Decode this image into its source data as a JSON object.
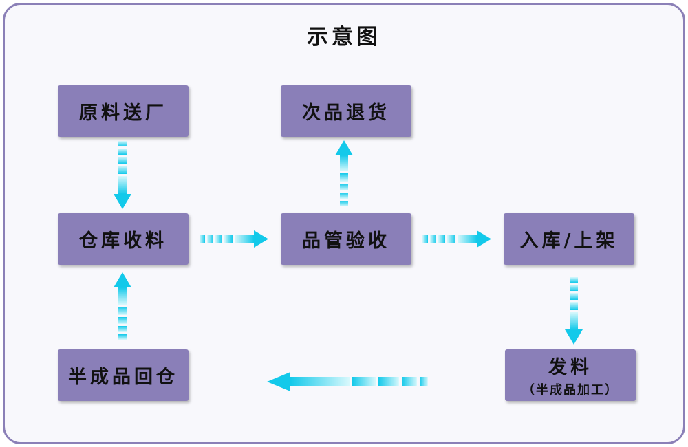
{
  "title": "示意图",
  "nodes": {
    "raw_material": "原料送厂",
    "warehouse_receive": "仓库收料",
    "semi_return": "半成品回仓",
    "qc_inspect": "品管验收",
    "defect_return": "次品退货",
    "store_shelve": "入库/上架",
    "issue_material": "发料",
    "issue_material_sub": "（半成品加工）"
  },
  "colors": {
    "node_fill": "#8a7fb8",
    "frame_border": "#8b80b7",
    "arrow_light": "#d8f8fc",
    "arrow_dark": "#13c9ea"
  }
}
